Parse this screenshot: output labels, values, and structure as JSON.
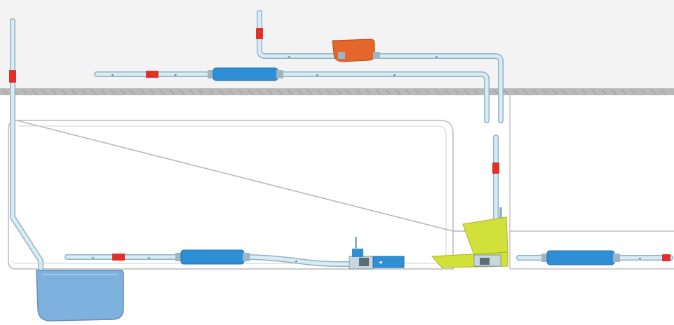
{
  "diagram": {
    "kind": "condensate-pump-installation-schematic",
    "printed_text": [],
    "colors": {
      "ceiling_void": "#f3f3f3",
      "room_background": "#ffffff",
      "ceiling_slab": "#b9b9b9",
      "pipe_fill": "#d9ecf5",
      "pipe_stroke": "#8fb3c6",
      "pump_blue": "#2f8fd6",
      "pump_orange": "#e4662a",
      "pump_yellow": "#d2e13a",
      "valve_red": "#e0302a",
      "drain_tank": "#7fb1de",
      "unit_outline": "#b8b8b8"
    },
    "components": [
      {
        "name": "blue-inline-pump",
        "count": 3
      },
      {
        "name": "orange-mini-pump",
        "count": 1
      },
      {
        "name": "yellow-tank-pump",
        "count": 1
      },
      {
        "name": "check-valve",
        "count": 6
      },
      {
        "name": "drain-tank",
        "count": 1
      },
      {
        "name": "indoor-unit-outline",
        "count": 1
      }
    ],
    "flow_arrow_glyph": "◂"
  }
}
